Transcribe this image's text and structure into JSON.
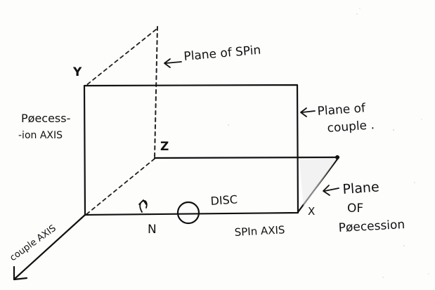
{
  "labels": {
    "y": "Y",
    "z": "Z",
    "x": "X",
    "n": "N",
    "plane_of_spin": "Plane of SPin",
    "plane_of_couple_1": "Plane of",
    "plane_of_couple_2": "couple .",
    "precession_axis_1": "Pøecess-",
    "precession_axis_2": "-ion AXIS",
    "disc": "DISC",
    "spin_axis": "SPIn AXIS",
    "plane_of_precession_1": "Plane",
    "plane_of_precession_2": "OF",
    "plane_of_precession_3": "Pøecession",
    "couple_axis": "couple AXIS"
  },
  "colors": {
    "ink": "#111111",
    "paper": "#fdfdfc"
  }
}
